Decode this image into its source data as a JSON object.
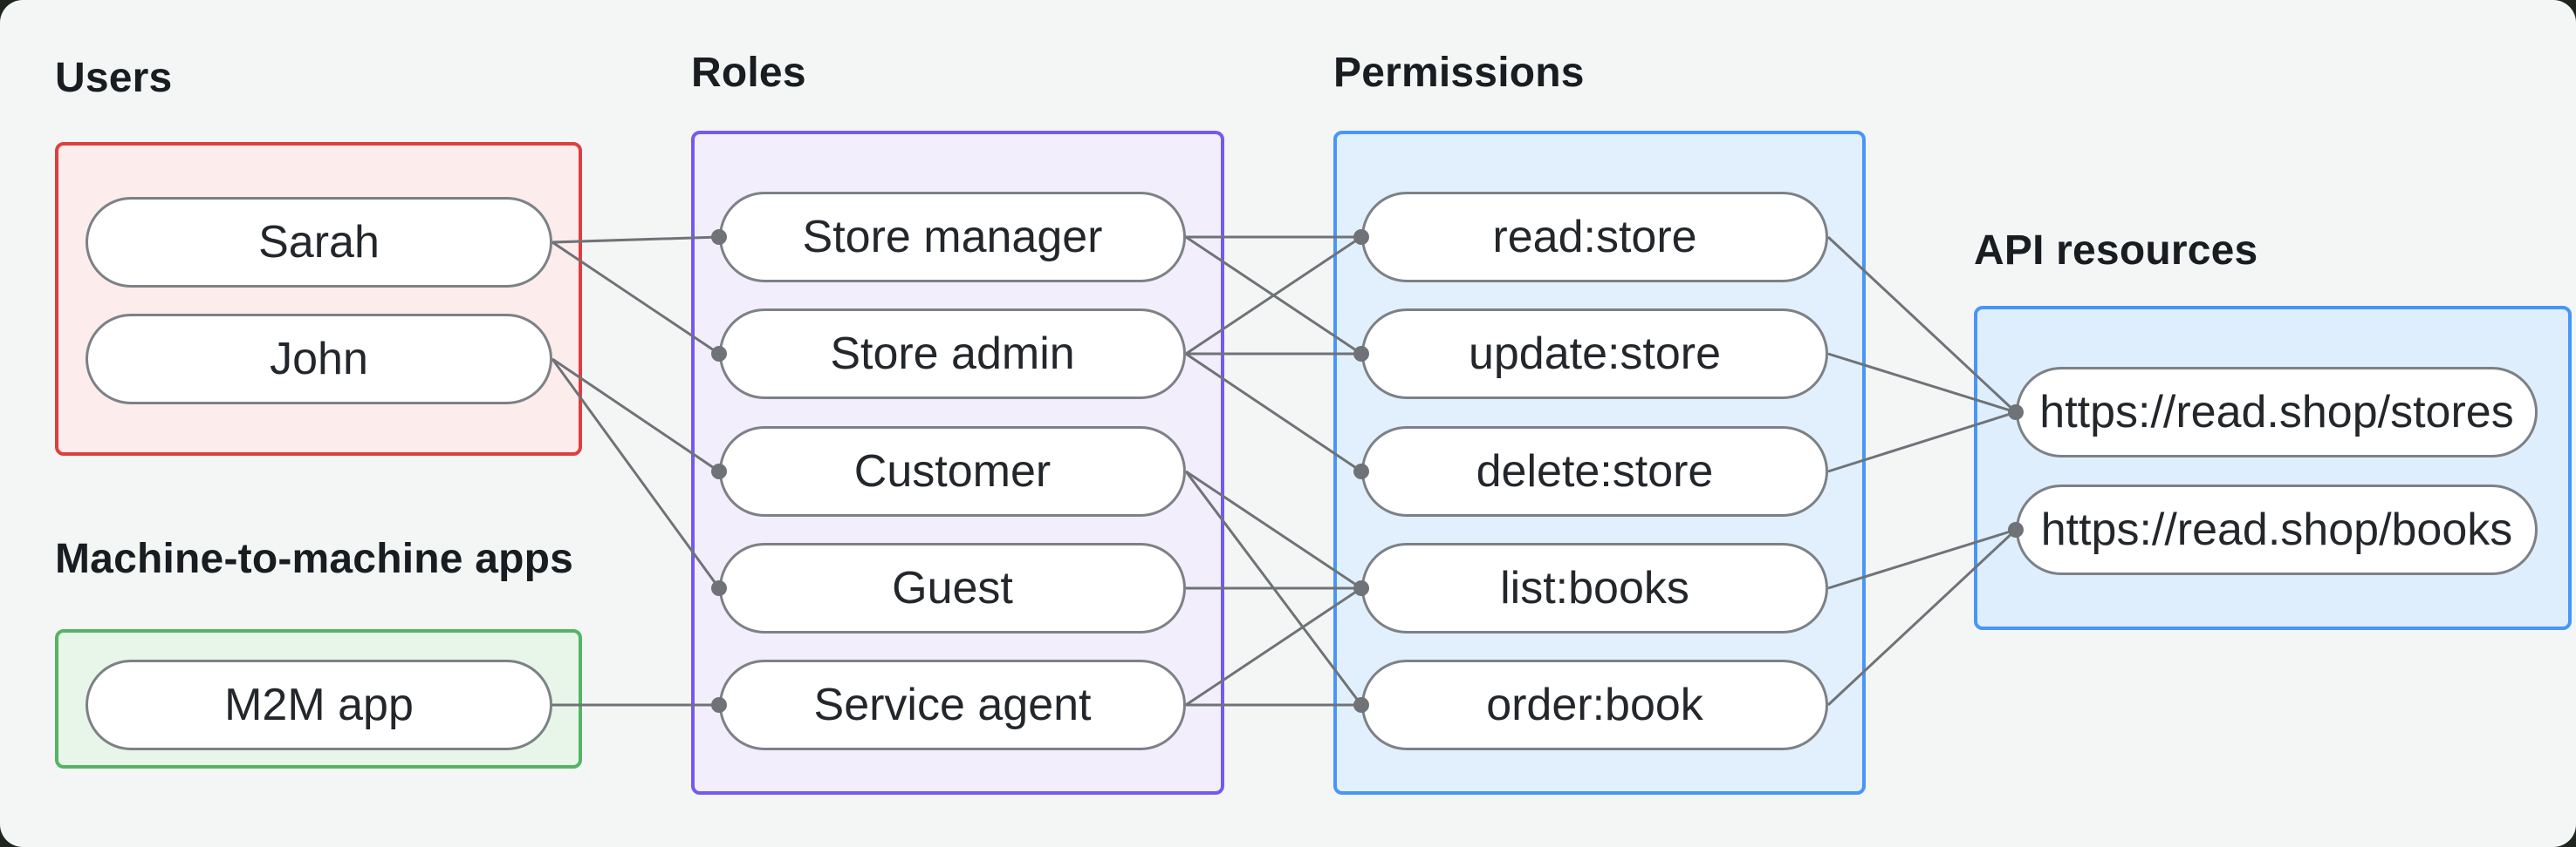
{
  "diagram": {
    "groups": [
      {
        "id": "users",
        "label": "Users",
        "border_color": "#dd3f3e",
        "fill_color": "#fcecec",
        "nodes": [
          {
            "id": "sarah",
            "label": "Sarah"
          },
          {
            "id": "john",
            "label": "John"
          }
        ]
      },
      {
        "id": "m2m",
        "label": "Machine-to-machine apps",
        "border_color": "#55b464",
        "fill_color": "#e8f6ea",
        "nodes": [
          {
            "id": "m2m_app",
            "label": "M2M app"
          }
        ]
      },
      {
        "id": "roles",
        "label": "Roles",
        "border_color": "#7559f0",
        "fill_color": "#f2eefc",
        "nodes": [
          {
            "id": "store_manager",
            "label": "Store manager"
          },
          {
            "id": "store_admin",
            "label": "Store admin"
          },
          {
            "id": "customer",
            "label": "Customer"
          },
          {
            "id": "guest",
            "label": "Guest"
          },
          {
            "id": "service_agent",
            "label": "Service agent"
          }
        ]
      },
      {
        "id": "permissions",
        "label": "Permissions",
        "border_color": "#4796fa",
        "fill_color": "#e2f0fd",
        "nodes": [
          {
            "id": "read_store",
            "label": "read:store"
          },
          {
            "id": "update_store",
            "label": "update:store"
          },
          {
            "id": "delete_store",
            "label": "delete:store"
          },
          {
            "id": "list_books",
            "label": "list:books"
          },
          {
            "id": "order_book",
            "label": "order:book"
          }
        ]
      },
      {
        "id": "resources",
        "label": "API resources",
        "border_color": "#4796fa",
        "fill_color": "#deeefc",
        "nodes": [
          {
            "id": "stores",
            "label": "https://read.shop/stores"
          },
          {
            "id": "books",
            "label": "https://read.shop/books"
          }
        ]
      }
    ],
    "connections": [
      [
        "sarah",
        "store_manager"
      ],
      [
        "sarah",
        "store_admin"
      ],
      [
        "john",
        "customer"
      ],
      [
        "john",
        "guest"
      ],
      [
        "m2m_app",
        "service_agent"
      ],
      [
        "store_manager",
        "read_store"
      ],
      [
        "store_manager",
        "update_store"
      ],
      [
        "store_admin",
        "read_store"
      ],
      [
        "store_admin",
        "update_store"
      ],
      [
        "store_admin",
        "delete_store"
      ],
      [
        "customer",
        "list_books"
      ],
      [
        "customer",
        "order_book"
      ],
      [
        "guest",
        "list_books"
      ],
      [
        "service_agent",
        "list_books"
      ],
      [
        "service_agent",
        "order_book"
      ],
      [
        "read_store",
        "stores"
      ],
      [
        "update_store",
        "stores"
      ],
      [
        "delete_store",
        "stores"
      ],
      [
        "list_books",
        "books"
      ],
      [
        "order_book",
        "books"
      ]
    ],
    "style": {
      "line_color": "#6f7377",
      "dot_color": "#6f7377",
      "node_border_color": "#7c8185",
      "node_fill_color": "#ffffff",
      "text_color": "#23272b",
      "panel_bg": "#f4f6f5",
      "outer_bg": "#20241f"
    }
  }
}
